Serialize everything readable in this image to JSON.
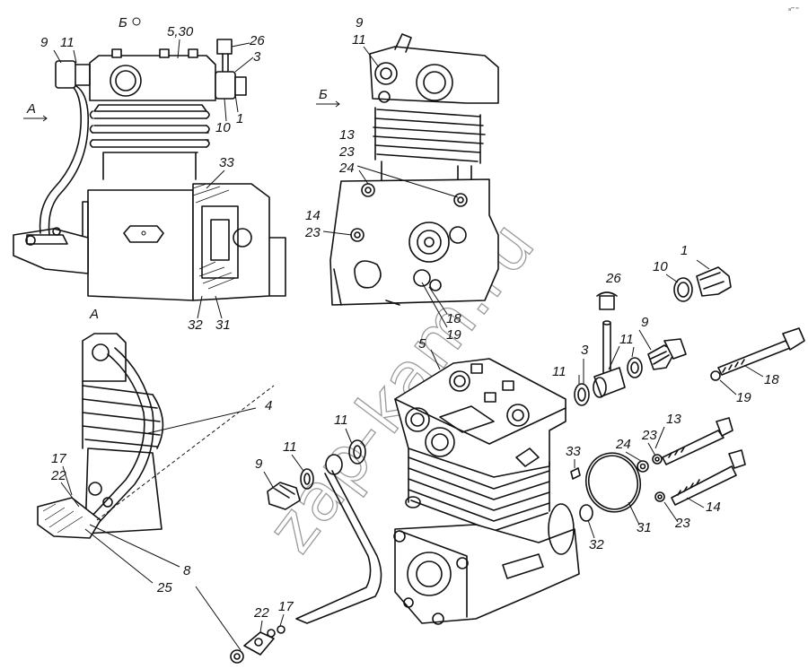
{
  "watermark": "zap-kam.ru",
  "corner_mark": "aᴾᴾ ᴵᴵᴵᴵ",
  "view_labels": {
    "a": "А",
    "b": "Б"
  },
  "callouts": {
    "top_left": [
      "9",
      "11",
      "5,30",
      "26",
      "3",
      "10",
      "1",
      "33",
      "32",
      "31"
    ],
    "top_mid": [
      "9",
      "11",
      "13",
      "23",
      "24",
      "14",
      "23",
      "18",
      "19"
    ],
    "explode_right": [
      "26",
      "1",
      "10",
      "9",
      "11",
      "3",
      "11",
      "18",
      "19",
      "5",
      "13",
      "23",
      "24",
      "33",
      "14",
      "23",
      "31",
      "32"
    ],
    "bottom_left": [
      "4",
      "11",
      "11",
      "9",
      "17",
      "22",
      "8",
      "25",
      "22",
      "17"
    ]
  }
}
